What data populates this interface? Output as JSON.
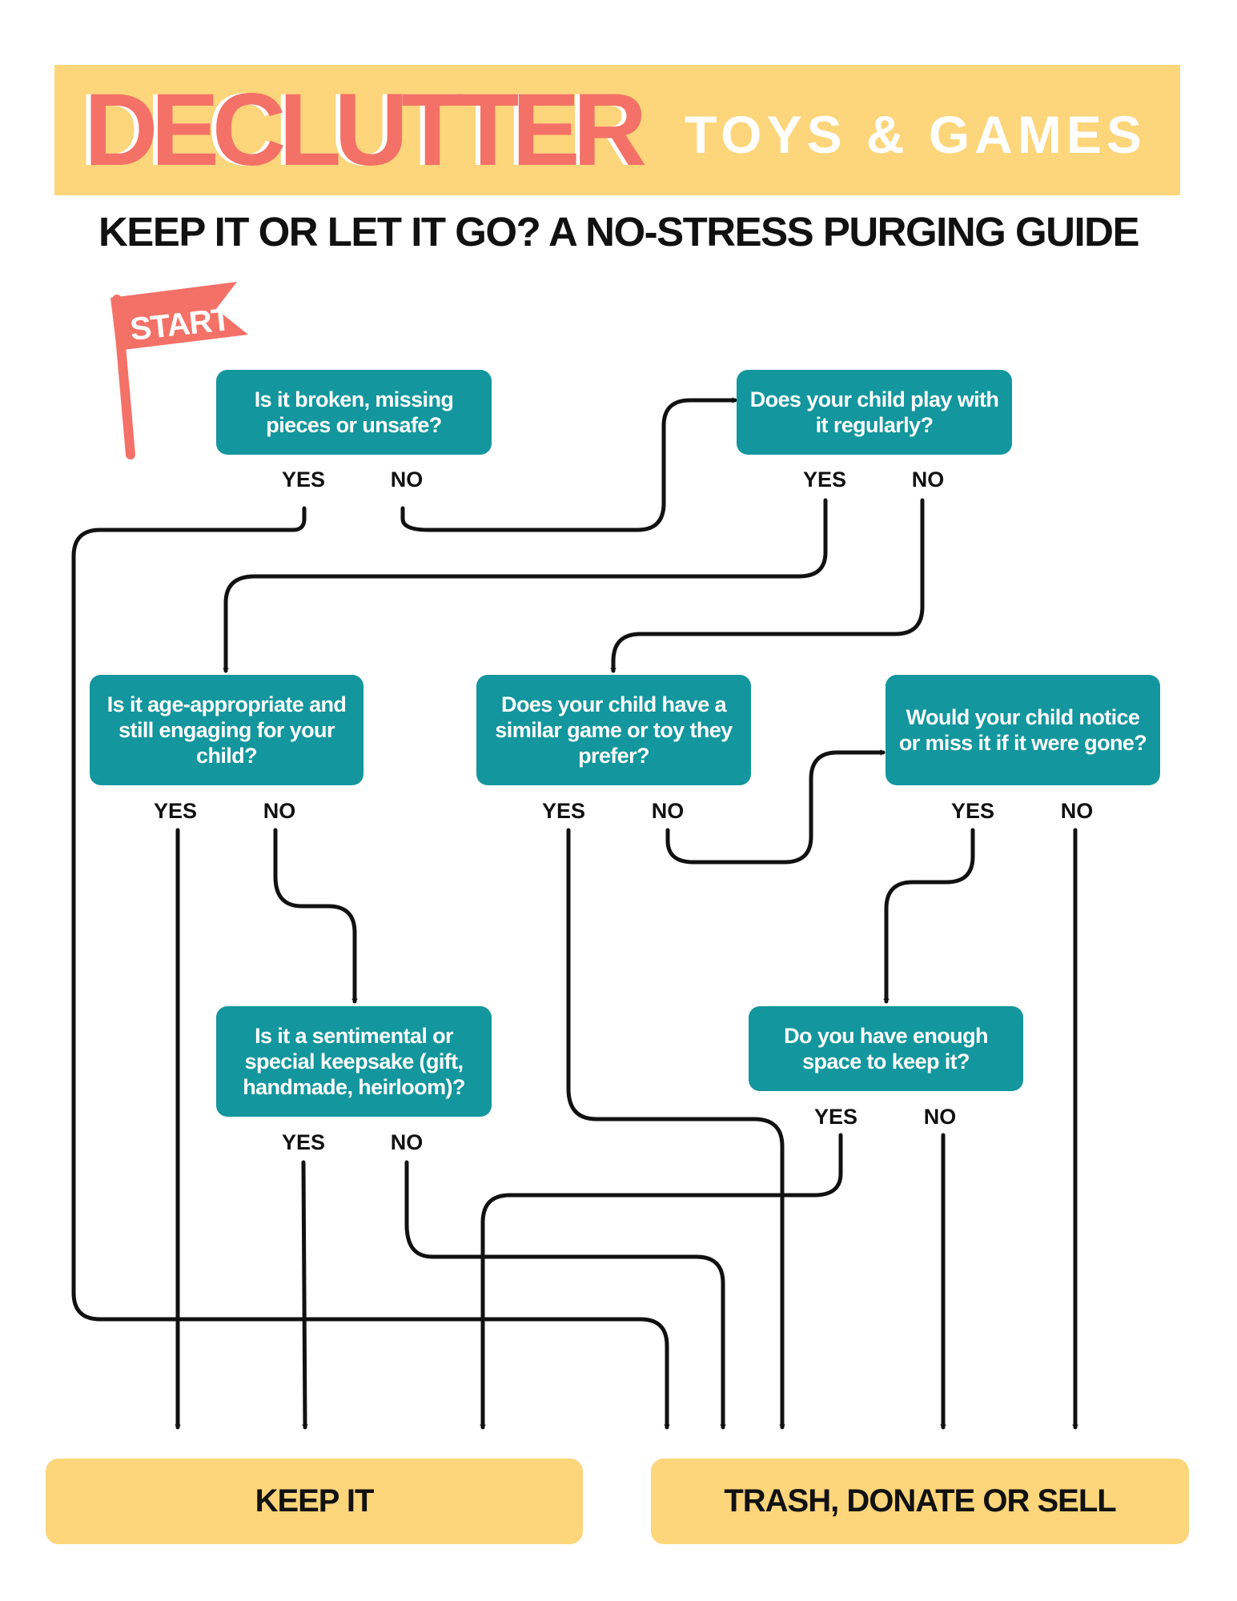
{
  "header": {
    "title": "DECLUTTER",
    "title_suffix": "TOYS & GAMES",
    "subtitle": "KEEP IT OR LET IT GO? A NO-STRESS PURGING GUIDE"
  },
  "start_flag": {
    "label": "START"
  },
  "questions": [
    {
      "text": "Is it broken, missing pieces or unsafe?",
      "yes": "YES",
      "no": "NO"
    },
    {
      "text": "Does your child play with it regularly?",
      "yes": "YES",
      "no": "NO"
    },
    {
      "text": "Is it age-appropriate and still engaging for your child?",
      "yes": "YES",
      "no": "NO"
    },
    {
      "text": "Does your child have a similar game or toy they prefer?",
      "yes": "YES",
      "no": "NO"
    },
    {
      "text": "Would your child notice or miss it if it were gone?",
      "yes": "YES",
      "no": "NO"
    },
    {
      "text": "Is it a sentimental or special keepsake (gift, handmade, heirloom)?",
      "yes": "YES",
      "no": "NO"
    },
    {
      "text": "Do you have enough space to keep it?",
      "yes": "YES",
      "no": "NO"
    }
  ],
  "outcomes": {
    "keep": "KEEP IT",
    "discard": "TRASH, DONATE OR SELL"
  },
  "colors": {
    "banner": "#fdd57a",
    "title": "#f47167",
    "question_box": "#13969d",
    "outcome_box": "#fdd57a",
    "connector": "#111111",
    "flag": "#f47167"
  }
}
